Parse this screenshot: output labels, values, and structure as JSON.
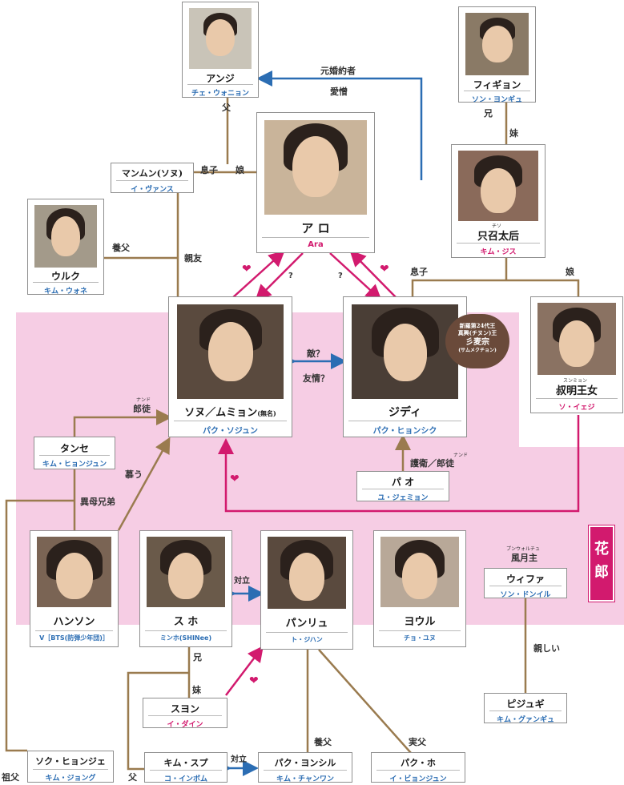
{
  "characters": {
    "anji": {
      "name": "アンジ",
      "actor": "チェ・ウォニョン"
    },
    "figyon": {
      "name": "フィギョン",
      "actor": "ソン・ヨンギュ"
    },
    "ao": {
      "name": "ア ロ",
      "actor": "Ara"
    },
    "manmun": {
      "name": "マンムン(ソヌ)",
      "actor": "イ・ヴァンス"
    },
    "jiso": {
      "name": "只召太后",
      "ruby": "チソ",
      "actor": "キム・ジス"
    },
    "uruku": {
      "name": "ウルク",
      "actor": "キム・ウォネ"
    },
    "sonu": {
      "name": "ソヌ／ムミョン",
      "suffix": "(無名)",
      "actor": "パク・ソジュン"
    },
    "jidi": {
      "name": "ジディ",
      "actor": "パク・ヒョンシク"
    },
    "sukumyon": {
      "name": "叔明王女",
      "ruby": "スンミョン",
      "actor": "ソ・イェジ"
    },
    "tanse": {
      "name": "タンセ",
      "actor": "キム・ヒョンジュン"
    },
    "pao": {
      "name": "パ オ",
      "actor": "ユ・ジェミョン"
    },
    "hansong": {
      "name": "ハンソン",
      "actor": "V［BTS(防弾少年団)］"
    },
    "suho": {
      "name": "ス ホ",
      "actor": "ミンホ(SHINee)"
    },
    "panryu": {
      "name": "パンリュ",
      "actor": "ト・ジハン"
    },
    "youru": {
      "name": "ヨウル",
      "actor": "チョ・ユヌ"
    },
    "wifa": {
      "name": "ウィファ",
      "actor": "ソン・ドンイル"
    },
    "suyon": {
      "name": "スヨン",
      "actor": "イ・ダイン"
    },
    "pijugi": {
      "name": "ピジュギ",
      "actor": "キム・グァンギュ"
    },
    "sokuhyonje": {
      "name": "ソク・ヒョンジェ",
      "actor": "キム・ジョング"
    },
    "kimsupu": {
      "name": "キム・スプ",
      "actor": "コ・インボム"
    },
    "parkyonsir": {
      "name": "パク・ヨンシル",
      "actor": "キム・チャンワン"
    },
    "parkho": {
      "name": "パク・ホ",
      "actor": "イ・ビョンジュン"
    }
  },
  "labels": {
    "former_fiance": "元婚約者",
    "love_hate": "愛憎",
    "father": "父",
    "older_brother": "兄",
    "younger_sister": "妹",
    "son": "息子",
    "daughter": "娘",
    "foster_father": "養父",
    "best_friend": "親友",
    "question": "?",
    "enemy": "敵？",
    "friendship": "友情？",
    "rouro": "郎徒",
    "rouro_ruby": "ナンド",
    "admire": "慕う",
    "half_brothers": "異母兄弟",
    "guard_rouro": "護衛／郎徒",
    "rivalry": "対立",
    "fugetsushu": "風月主",
    "fugetsushu_ruby": "プンウォルチュ",
    "close": "親しい",
    "grandfather": "祖父",
    "bio_father": "実父"
  },
  "king": {
    "line1": "新羅第24代王",
    "line2": "真興(チヌン)王",
    "line3": "彡麦宗",
    "line4": "(サムメクチョン)"
  },
  "hwarang": {
    "line1": "花",
    "line2": "郎"
  },
  "colors": {
    "pink": "#d21a6e",
    "blue": "#2b6db3",
    "brown": "#9a7b4f",
    "band": "#f6cde4"
  }
}
